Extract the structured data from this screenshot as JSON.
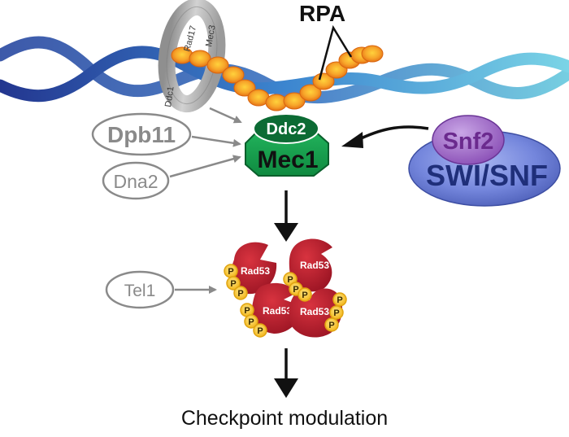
{
  "labels": {
    "rpa": "RPA",
    "ring_subunits": [
      "Ddc1",
      "Rad17",
      "Mec3"
    ],
    "dpb11": "Dpb11",
    "dna2": "Dna2",
    "ddc2": "Ddc2",
    "mec1": "Mec1",
    "snf2": "Snf2",
    "swi_snf": "SWI/SNF",
    "tel1": "Tel1",
    "rad53": [
      "Rad53",
      "Rad53",
      "Rad53",
      "Rad53"
    ],
    "phospho": "P",
    "outcome": "Checkpoint modulation"
  },
  "colors": {
    "dna_dark": "#1b3c9a",
    "dna_light": "#5ec6dc",
    "rpa_orange": "#f28a1e",
    "rpa_core": "#ffd23c",
    "ring_gray": "#a9a9a9",
    "mec1_green": "#139a4a",
    "ddc2_green": "#0c6b34",
    "snf_purple": "#7c3a9e",
    "swi_blue": "#6b7fd8",
    "rad53_red": "#b51e2d",
    "phospho_yellow": "#f7d24a",
    "outline_gray": "#8a8a8a"
  }
}
